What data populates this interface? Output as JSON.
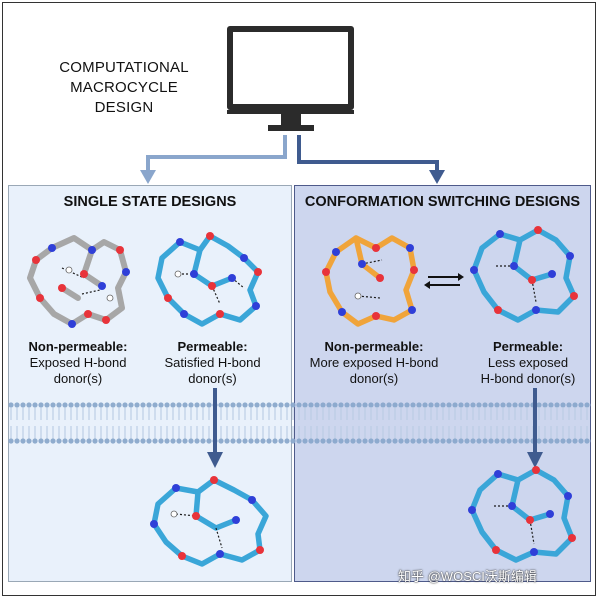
{
  "header": {
    "title_lines": [
      "COMPUTATIONAL",
      "MACROCYCLE",
      "DESIGN"
    ]
  },
  "panels": {
    "left": {
      "title": "SINGLE STATE DESIGNS",
      "molecule_a": {
        "label": "Non-permeable:",
        "desc_lines": [
          "Exposed H-bond",
          "donor(s)"
        ]
      },
      "molecule_b": {
        "label": "Permeable:",
        "desc_lines": [
          "Satisfied H-bond",
          "donor(s)"
        ]
      }
    },
    "right": {
      "title": "CONFORMATION SWITCHING DESIGNS",
      "molecule_a": {
        "label": "Non-permeable:",
        "desc_lines": [
          "More exposed H-bond",
          "donor(s)"
        ]
      },
      "molecule_b": {
        "label": "Permeable:",
        "desc_lines": [
          "Less exposed",
          "H-bond donor(s)"
        ]
      }
    }
  },
  "watermark": "知乎 @WOSCI沃斯编辑",
  "colors": {
    "left_panel_bg": "#e9f1fb",
    "right_panel_bg": "#cdd6ee",
    "left_arrow": "#8aa6cc",
    "right_arrow": "#3f5b8f",
    "membrane": "#8aa8cc",
    "carbon_grey": "#a7a7a7",
    "carbon_blue": "#3aa6d8",
    "carbon_orange": "#f0a43a",
    "nitrogen": "#2f3fd8",
    "oxygen": "#e8333a"
  },
  "icons": [
    "computer-monitor-icon",
    "exchange-arrows-icon",
    "down-arrow-icon"
  ]
}
